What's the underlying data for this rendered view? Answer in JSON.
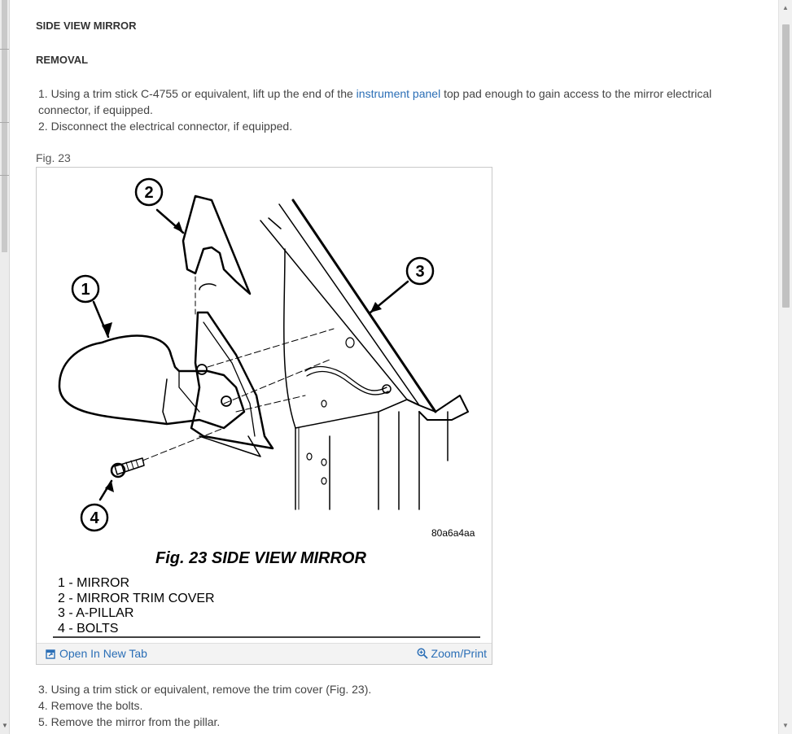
{
  "section_title": "SIDE VIEW MIRROR",
  "subsection_title": "REMOVAL",
  "steps_before": [
    {
      "number": "1.",
      "before": "Using a trim stick C-4755 or equivalent, lift up the end of the ",
      "link": "instrument panel",
      "after": " top pad enough to gain access to the mirror electrical connector, if equipped."
    },
    {
      "number": "2.",
      "text": "Disconnect the electrical connector, if equipped."
    }
  ],
  "figure": {
    "label": "Fig. 23",
    "code": "80a6a4aa",
    "caption": "Fig. 23 SIDE VIEW MIRROR",
    "callouts": [
      "1",
      "2",
      "3",
      "4"
    ],
    "legend": [
      "1 - MIRROR",
      "2 - MIRROR TRIM COVER",
      "3 - A-PILLAR",
      "4 - BOLTS"
    ],
    "open_tab_label": "Open In New Tab",
    "zoom_label": "Zoom/Print"
  },
  "steps_after": [
    {
      "number": "3.",
      "text": "Using a trim stick or equivalent, remove the trim cover (Fig. 23)."
    },
    {
      "number": "4.",
      "text": "Remove the bolts."
    },
    {
      "number": "5.",
      "text": "Remove the mirror from the pillar."
    }
  ],
  "colors": {
    "link": "#2a6eb6",
    "text": "#444444"
  }
}
